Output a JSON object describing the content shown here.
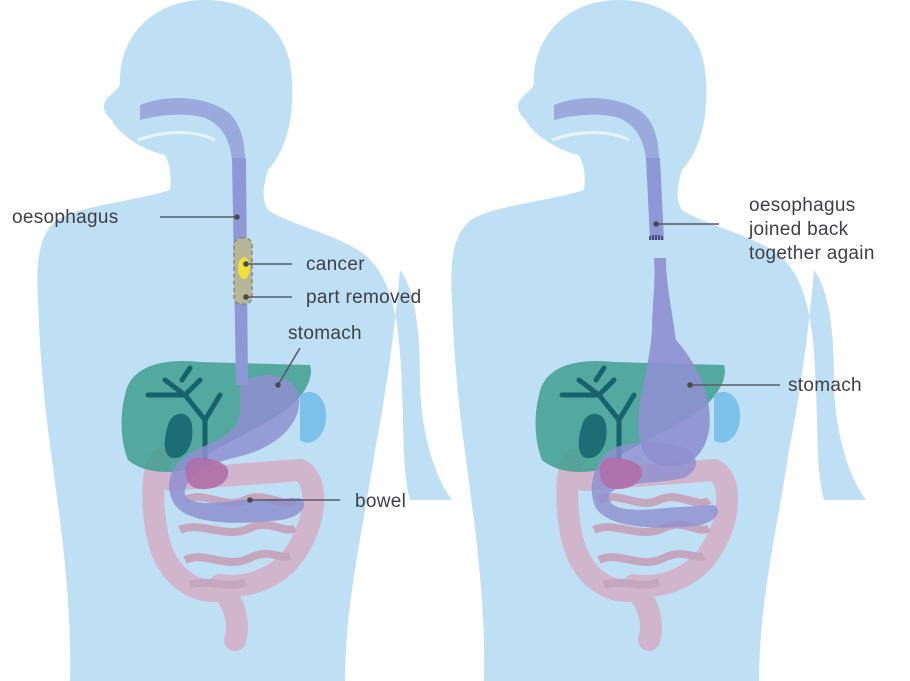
{
  "colors": {
    "body": "#bfe0f4",
    "oesophagus": "#8f98d6",
    "stomach": "#8e8fcf",
    "liver": "#3f9f8f",
    "gallbladder": "#1f6d74",
    "bile_duct": "#17626c",
    "intestine": "#d8a7c0",
    "pancreas": "#b06ea7",
    "removed_section": "#b7b69a",
    "cancer": "#f0e03a",
    "label_text": "#3f3f46"
  },
  "left_figure": {
    "labels": {
      "oesophagus": "oesophagus",
      "cancer": "cancer",
      "part_removed": "part removed",
      "stomach": "stomach",
      "bowel": "bowel"
    }
  },
  "right_figure": {
    "labels": {
      "oesophagus_joined_line1": "oesophagus",
      "oesophagus_joined_line2": "joined back",
      "oesophagus_joined_line3": "together again",
      "stomach": "stomach"
    }
  }
}
